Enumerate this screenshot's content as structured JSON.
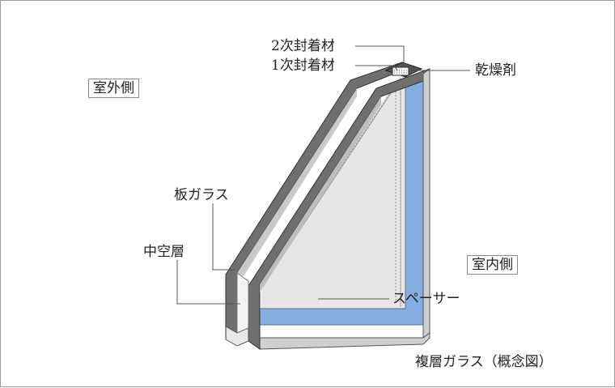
{
  "diagram": {
    "title": "複層ガラス（概念図）",
    "sides": {
      "outdoor": "室外側",
      "indoor": "室内側"
    },
    "labels": {
      "secondary_sealant": "2次封着材",
      "primary_sealant": "1次封着材",
      "desiccant": "乾燥剤",
      "glass_sheet": "板ガラス",
      "air_layer": "中空層",
      "spacer": "スペーサー"
    },
    "colors": {
      "glass_edge": "#6f6f6f",
      "glass_face": "#d9d9d9",
      "glass_light": "#ececec",
      "spacer_blue": "#86aee0",
      "leader_line": "#555555"
    }
  }
}
